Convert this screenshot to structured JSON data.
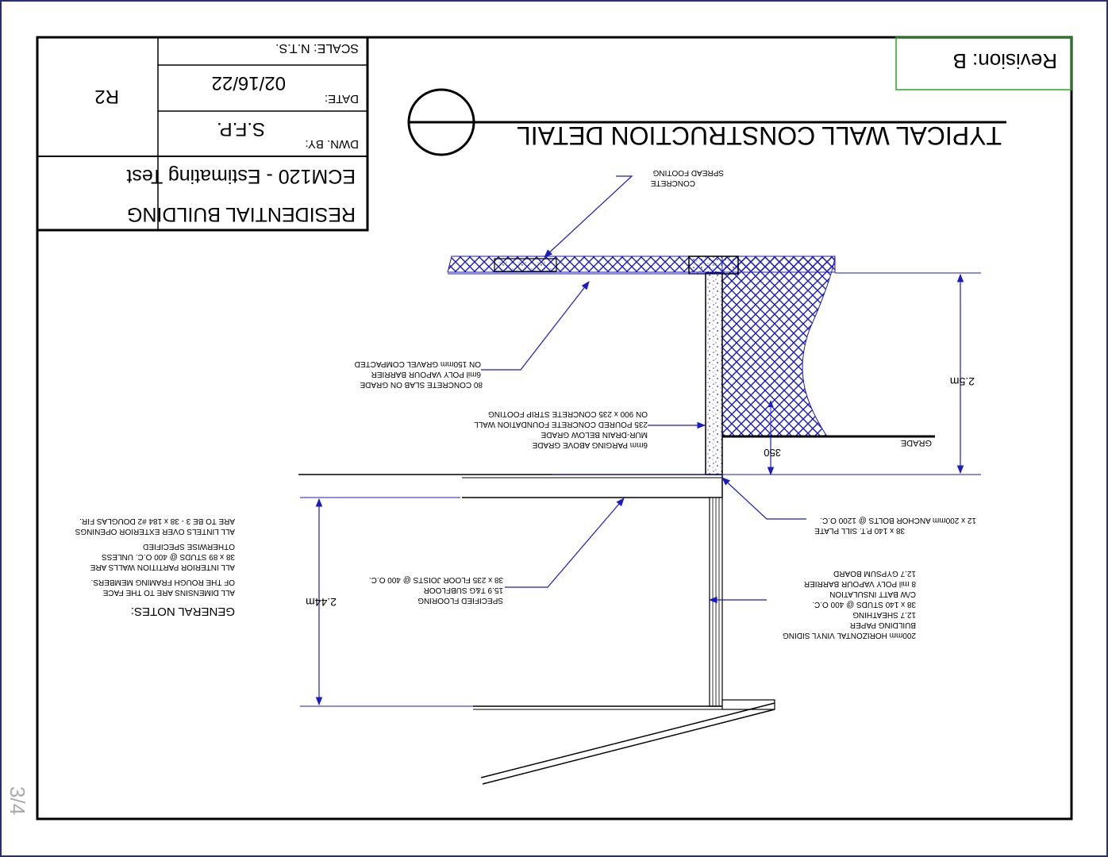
{
  "viewer": {
    "page_indicator": "3/4"
  },
  "sheet": {
    "revision_label": "Revision: B",
    "detail_title": "TYPICAL WALL CONSTRUCTION DETAIL",
    "title_block": {
      "project_line1": "RESIDENTIAL BUILDING",
      "project_line2": "ECM120 - Estimating Test",
      "sheet_number": "R2",
      "drawn_by_label": "DWN. BY:",
      "drawn_by_value": "S.F.P.",
      "date_label": "DATE:",
      "date_value": "02/16/22",
      "scale_label": "SCALE: N.T.S."
    },
    "callouts": {
      "spread_footing": [
        "CONCRETE",
        "SPREAD FOOTING"
      ],
      "slab": [
        "80 CONCRETE SLAB ON GRADE",
        "6mil POLY VAPOUR BARRIER",
        "ON 150mm GRAVEL COMPACTED"
      ],
      "foundation": [
        "6mm PARGING ABOVE GRADE",
        "MUR-DRAIN BELOW GRADE",
        "235 POURED CONCRETE FOUNDATION WALL",
        "ON 900 x 235 CONCRETE STRIP FOOTING"
      ],
      "sill": [
        "38 x 140 P.T. SILL PLATE",
        "12 x 200mm ANCHOR BOLTS @ 1200 O.C."
      ],
      "wall": [
        "200mm HORIZONTAL VINYL SIDING",
        "BUILDING PAPER",
        "12.7 SHEATHING",
        "38 x 140 STUDS @ 400 O.C.",
        "C/W BATT INSULATION",
        "8 mil POLY VAPOUR BARRIER",
        "12.7 GYPSUM BOARD"
      ],
      "floor": [
        "SPECIFIED FLOORING",
        "15.9 T&G SUBFLOOR",
        "38 x 235 FLOOR JOISTS @ 400 O.C."
      ]
    },
    "dimensions": {
      "foundation_height": "2.5m",
      "wall_height": "2.44m",
      "above_grade": "350",
      "grade_label": "GRADE"
    },
    "general_notes": {
      "title": "GENERAL NOTES:",
      "lines": [
        "ALL DIMENSINS ARE TO THE FACE",
        "OF THE ROUGH FRAMING MEMBERS.",
        "ALL INTERIOR PARTITION WALLS ARE",
        "38 x 89 STUDS @ 400 O.C. UNLESS",
        "OTHERWISE SPECIFIED",
        "ALL LINTELS OVER EXTERIOR OPENINGS",
        "ARE TO BE 3 - 38 x 184 #2 DOUGLAS FIR."
      ]
    },
    "colors": {
      "line": "#000000",
      "leader": "#1a1ac8",
      "hatch": "#1a1ab4",
      "revision_box": "#22aa22",
      "viewer_frame": "#283070",
      "page_indicator": "#aaaaaa"
    }
  }
}
